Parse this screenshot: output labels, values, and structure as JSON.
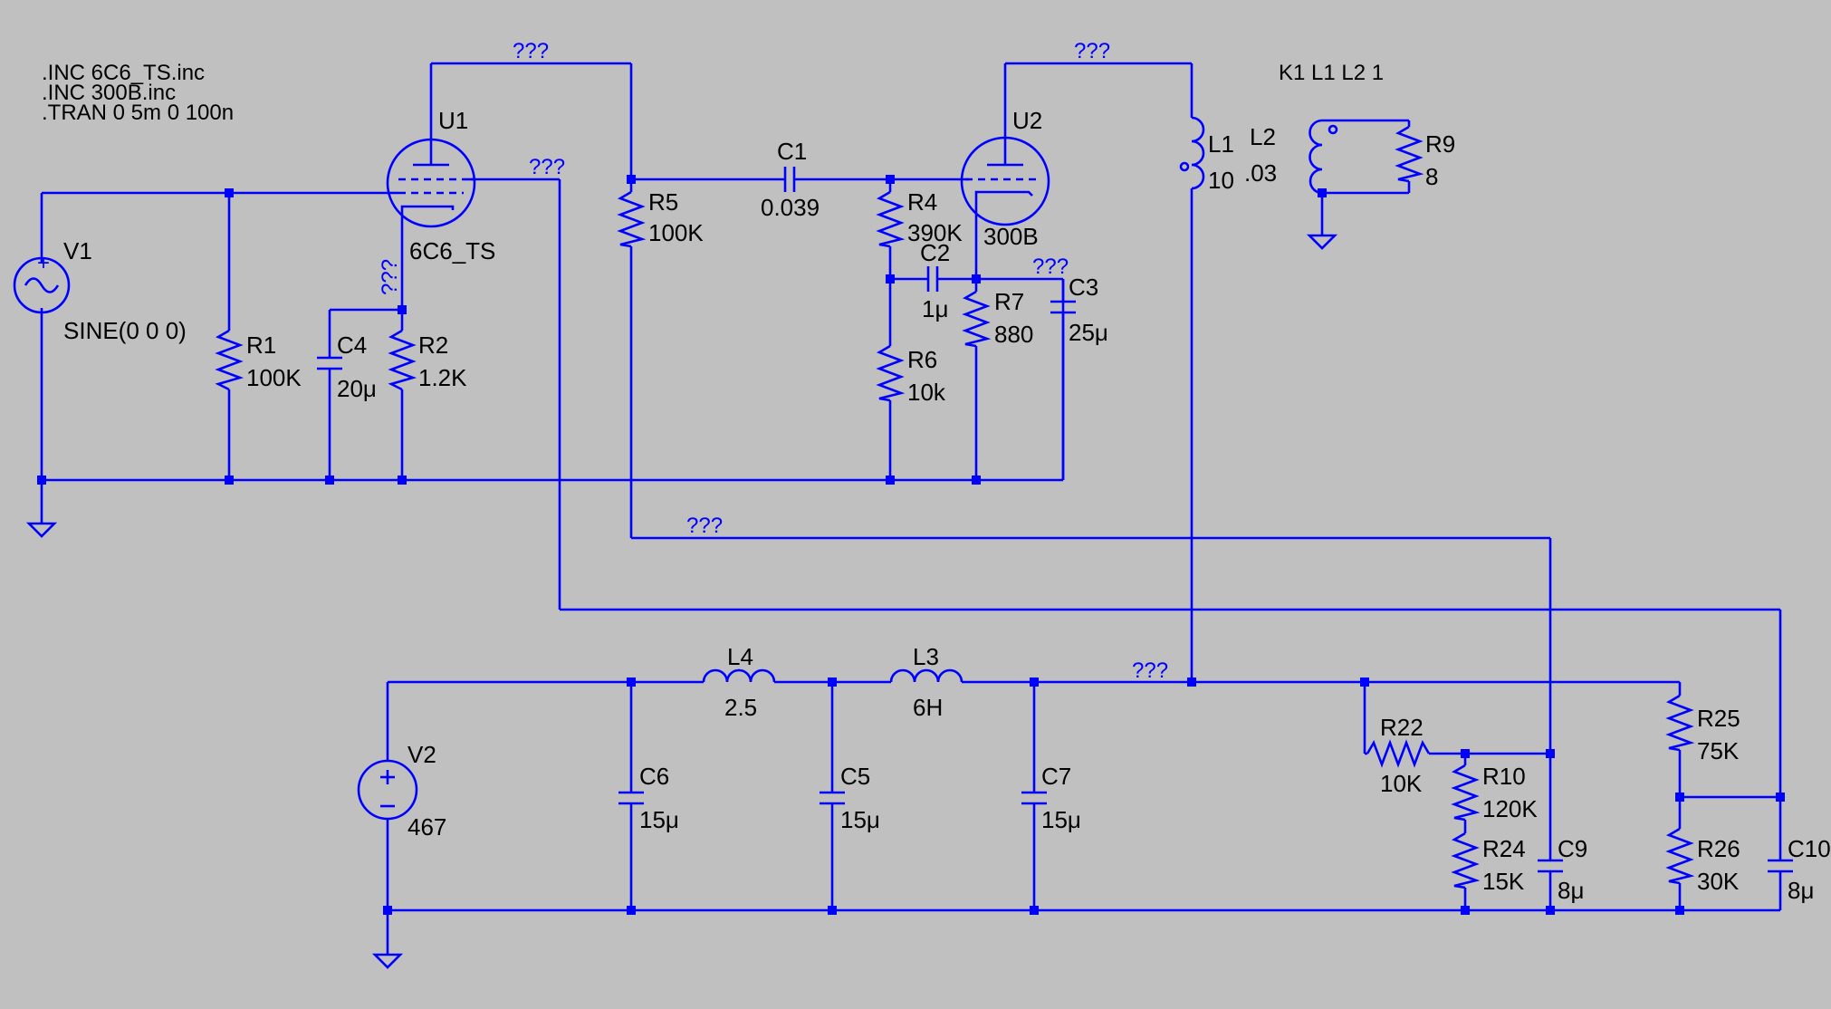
{
  "directives": [
    ".INC 6C6_TS.inc",
    ".INC 300B.inc",
    ".TRAN 0 5m 0 100n"
  ],
  "coupling": "K1 L1 L2 1",
  "net_label": "???",
  "components": {
    "U1": {
      "name": "U1",
      "value": "6C6_TS"
    },
    "U2": {
      "name": "U2",
      "value": "300B"
    },
    "V1": {
      "name": "V1",
      "value": "SINE(0 0 0)"
    },
    "V2": {
      "name": "V2",
      "value": "467"
    },
    "R1": {
      "name": "R1",
      "value": "100K"
    },
    "R2": {
      "name": "R2",
      "value": "1.2K"
    },
    "R4": {
      "name": "R4",
      "value": "390K"
    },
    "R5": {
      "name": "R5",
      "value": "100K"
    },
    "R6": {
      "name": "R6",
      "value": "10k"
    },
    "R7": {
      "name": "R7",
      "value": "880"
    },
    "R9": {
      "name": "R9",
      "value": "8"
    },
    "R10": {
      "name": "R10",
      "value": "120K"
    },
    "R22": {
      "name": "R22",
      "value": "10K"
    },
    "R24": {
      "name": "R24",
      "value": "15K"
    },
    "R25": {
      "name": "R25",
      "value": "75K"
    },
    "R26": {
      "name": "R26",
      "value": "30K"
    },
    "C1": {
      "name": "C1",
      "value": "0.039"
    },
    "C2": {
      "name": "C2",
      "value": "1μ"
    },
    "C3": {
      "name": "C3",
      "value": "25μ"
    },
    "C4": {
      "name": "C4",
      "value": "20μ"
    },
    "C5": {
      "name": "C5",
      "value": "15μ"
    },
    "C6": {
      "name": "C6",
      "value": "15μ"
    },
    "C7": {
      "name": "C7",
      "value": "15μ"
    },
    "C9": {
      "name": "C9",
      "value": "8μ"
    },
    "C10": {
      "name": "C10",
      "value": "8μ"
    },
    "L1": {
      "name": "L1",
      "value": "10"
    },
    "L2": {
      "name": "L2",
      "value": ".03"
    },
    "L3": {
      "name": "L3",
      "value": "6H"
    },
    "L4": {
      "name": "L4",
      "value": "2.5"
    }
  },
  "colors": {
    "wire": "#0000ff",
    "background": "#c0c0c0",
    "text": "#000000"
  }
}
